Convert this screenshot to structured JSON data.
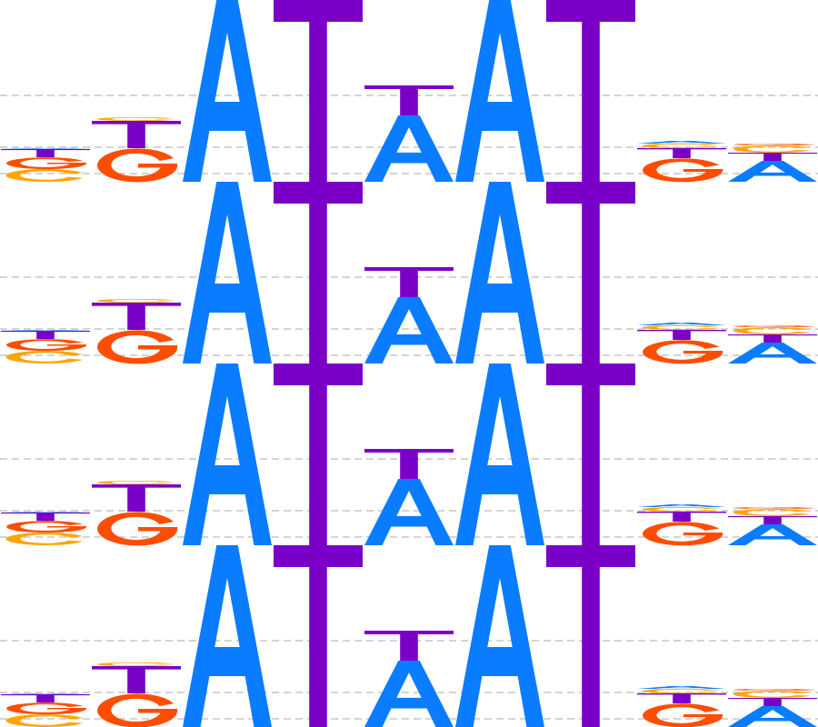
{
  "chart_data": {
    "type": "sequence-logo",
    "title": "",
    "xlabel": "",
    "ylabel": "",
    "ylim": [
      0,
      2
    ],
    "units": "bits",
    "repeats": 4,
    "gridlines": [
      0.09,
      0.38,
      0.95
    ],
    "colors": {
      "A": "#0a7cff",
      "T": "#7a00c8",
      "G": "#ff4d00",
      "C": "#ffa500"
    },
    "positions": [
      {
        "pos": 1,
        "stack": [
          {
            "letter": "C",
            "bits": 0.14
          },
          {
            "letter": "G",
            "bits": 0.13
          },
          {
            "letter": "T",
            "bits": 0.09
          },
          {
            "letter": "A",
            "bits": 0.01
          }
        ]
      },
      {
        "pos": 2,
        "stack": [
          {
            "letter": "G",
            "bits": 0.37
          },
          {
            "letter": "T",
            "bits": 0.3
          },
          {
            "letter": "C",
            "bits": 0.04
          }
        ]
      },
      {
        "pos": 3,
        "stack": [
          {
            "letter": "A",
            "bits": 2.0
          }
        ]
      },
      {
        "pos": 4,
        "stack": [
          {
            "letter": "T",
            "bits": 2.0
          }
        ]
      },
      {
        "pos": 5,
        "stack": [
          {
            "letter": "A",
            "bits": 0.73
          },
          {
            "letter": "T",
            "bits": 0.33
          }
        ]
      },
      {
        "pos": 6,
        "stack": [
          {
            "letter": "A",
            "bits": 2.0
          }
        ]
      },
      {
        "pos": 7,
        "stack": [
          {
            "letter": "T",
            "bits": 2.0
          }
        ]
      },
      {
        "pos": 8,
        "stack": [
          {
            "letter": "G",
            "bits": 0.26
          },
          {
            "letter": "T",
            "bits": 0.11
          },
          {
            "letter": "C",
            "bits": 0.05
          },
          {
            "letter": "A",
            "bits": 0.03
          }
        ]
      },
      {
        "pos": 9,
        "stack": [
          {
            "letter": "A",
            "bits": 0.23
          },
          {
            "letter": "T",
            "bits": 0.09
          },
          {
            "letter": "C",
            "bits": 0.08
          },
          {
            "letter": "G",
            "bits": 0.02
          }
        ]
      }
    ]
  }
}
